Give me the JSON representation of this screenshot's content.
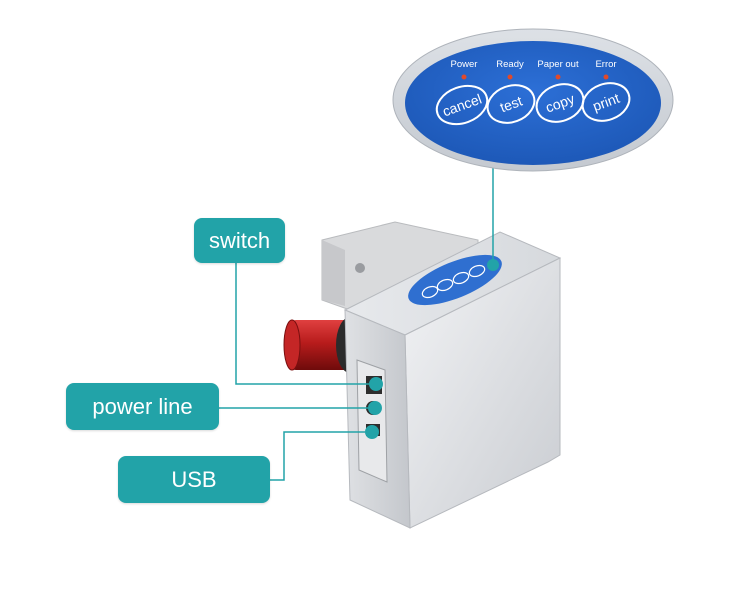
{
  "control_panel": {
    "indicators": [
      {
        "label": "Power"
      },
      {
        "label": "Ready"
      },
      {
        "label": "Paper out"
      },
      {
        "label": "Error"
      }
    ],
    "buttons": [
      {
        "label": "cancel"
      },
      {
        "label": "test"
      },
      {
        "label": "copy"
      },
      {
        "label": "print"
      }
    ],
    "panel_color": "#1f5fc4",
    "led_color": "#e04a2a"
  },
  "callouts": {
    "switch": "switch",
    "power_line": "power line",
    "usb": "USB",
    "color": "#22a3a8"
  }
}
